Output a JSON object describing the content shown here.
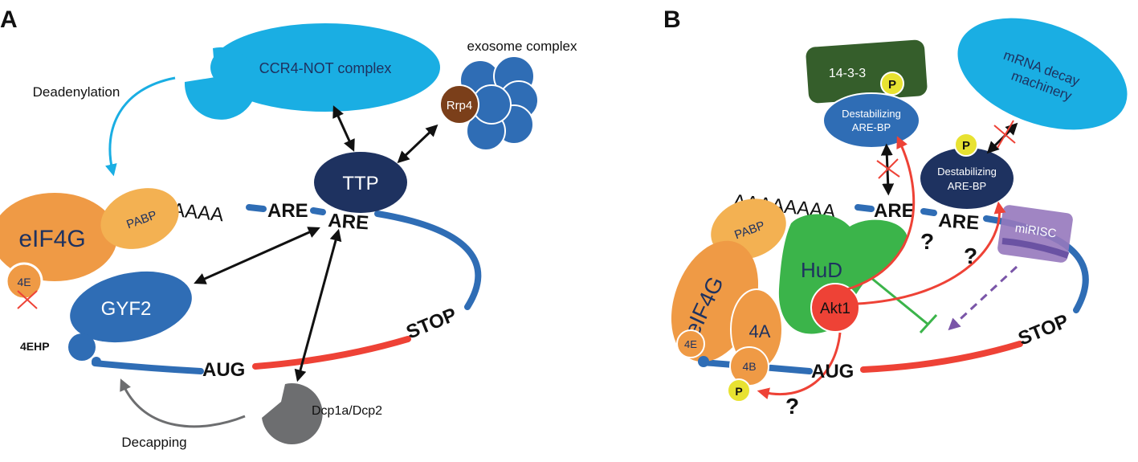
{
  "panel_a": {
    "label": "A",
    "ccr4_not": "CCR4-NOT complex",
    "exosome": "exosome complex",
    "rrp4": "Rrp4",
    "deadenylation": "Deadenylation",
    "ttp": "TTP",
    "polyA": "AAAAAAAA",
    "are1": "ARE",
    "are2": "ARE",
    "eif4g": "eIF4G",
    "pabp": "PABP",
    "e4": "4E",
    "gyf2": "GYF2",
    "ehp": "4EHP",
    "aug": "AUG",
    "stop": "STOP",
    "dcp": "Dcp1a/Dcp2",
    "decapping": "Decapping"
  },
  "panel_b": {
    "label": "B",
    "p1433": "14-3-3",
    "p": "P",
    "destab1_line1": "Destabilizing",
    "destab1_line2": "ARE-BP",
    "destab2_line1": "Destabilizing",
    "destab2_line2": "ARE-BP",
    "decay_line1": "mRNA decay",
    "decay_line2": "machinery",
    "polyA": "AAAAAAAA",
    "are1": "ARE",
    "are2": "ARE",
    "mirisc": "miRISC",
    "pabp": "PABP",
    "hud": "HuD",
    "akt1": "Akt1",
    "eif4g": "eIF4G",
    "e4a": "4A",
    "e4b": "4B",
    "e4e": "4E",
    "aug": "AUG",
    "stop": "STOP",
    "q": "?"
  },
  "colors": {
    "light_blue": "#1aaee3",
    "mid_blue": "#2f6db5",
    "dark_navy": "#1e3260",
    "orange": "#ef9a45",
    "light_orange": "#f3b152",
    "red": "#ee4236",
    "gray": "#6d6e70",
    "green": "#3bb44a",
    "dark_green": "#355e2b",
    "purple": "#9678bc",
    "yellow": "#e8e231",
    "brown": "#7b3f1a"
  }
}
